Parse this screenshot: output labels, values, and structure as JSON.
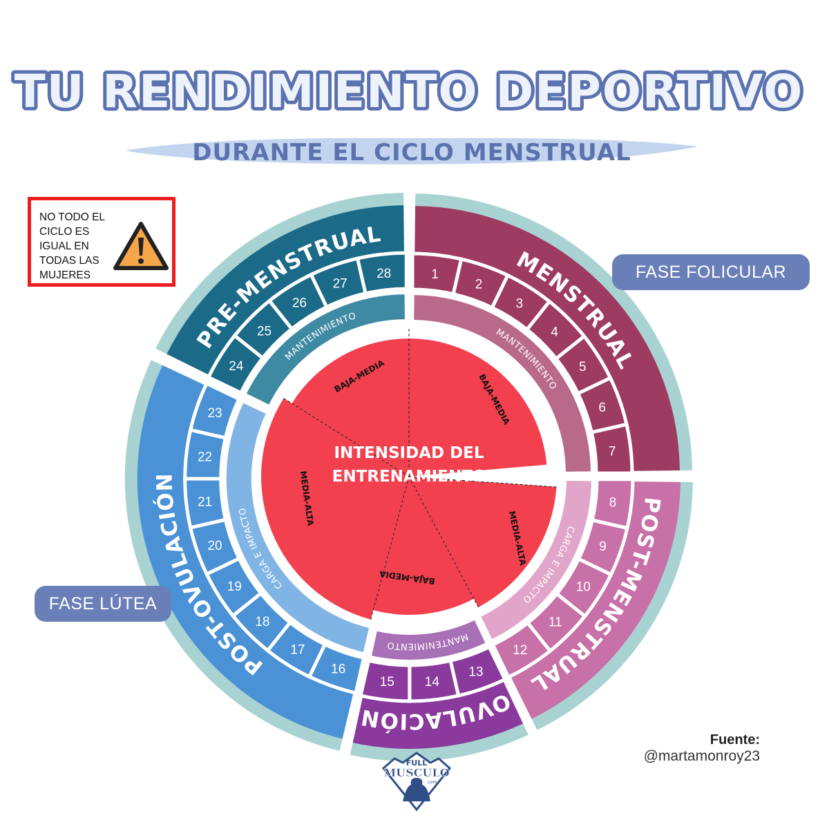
{
  "header": {
    "title": "TU RENDIMIENTO DEPORTIVO",
    "subtitle": "DURANTE EL CICLO MENSTRUAL"
  },
  "warning": {
    "lines": [
      "NO TODO EL",
      "CICLO ES",
      "IGUAL EN",
      "TODAS LAS",
      "MUJERES"
    ],
    "icon": "warning-triangle-icon"
  },
  "badges": {
    "follicular": "FASE FOLICULAR",
    "luteal": "FASE LÚTEA"
  },
  "phases": [
    {
      "name": "MENSTRUAL",
      "days": [
        1,
        2,
        3,
        4,
        5,
        6,
        7
      ],
      "training": "MANTENIMIENTO",
      "color": "#9d3b60",
      "light": "#b86a88"
    },
    {
      "name": "POST-MENSTRUAL",
      "days": [
        8,
        9,
        10,
        11,
        12
      ],
      "training": "CARGA E IMPACTO",
      "color": "#c870a8",
      "light": "#e1a5c9"
    },
    {
      "name": "OVULACIÓN",
      "days": [
        13,
        14,
        15
      ],
      "training": "MANTENIMIENTO",
      "color": "#8a399c",
      "light": "#a870b6"
    },
    {
      "name": "POST-OVULACIÓN",
      "days": [
        16,
        17,
        18,
        19,
        20,
        21,
        22,
        23
      ],
      "training": "CARGA E IMPACTO",
      "color": "#4a92d5",
      "light": "#80b4e4"
    },
    {
      "name": "PRE-MENSTRUAL",
      "days": [
        24,
        25,
        26,
        27,
        28
      ],
      "training": "MANTENIMIENTO",
      "color": "#1b6a88",
      "light": "#3f8aa3"
    }
  ],
  "intensity": {
    "title_lines": [
      "INTENSIDAD DEL",
      "ENTRENAMIENTO"
    ],
    "segments": [
      "BAJA-MEDIA",
      "BAJA-MEDIA",
      "MEDIA-ALTA",
      "BAJA-MEDIA",
      "MEDIA-ALTA"
    ],
    "color": "#f2404f"
  },
  "source": {
    "label": "Fuente:",
    "handle": "@martamonroy23"
  },
  "logo": {
    "line1": "FULL",
    "line2": "MUSCULO",
    "line3": ".com"
  },
  "colors": {
    "title_stroke": "#5a72b0",
    "outer_ring": "#a9d2d2"
  }
}
